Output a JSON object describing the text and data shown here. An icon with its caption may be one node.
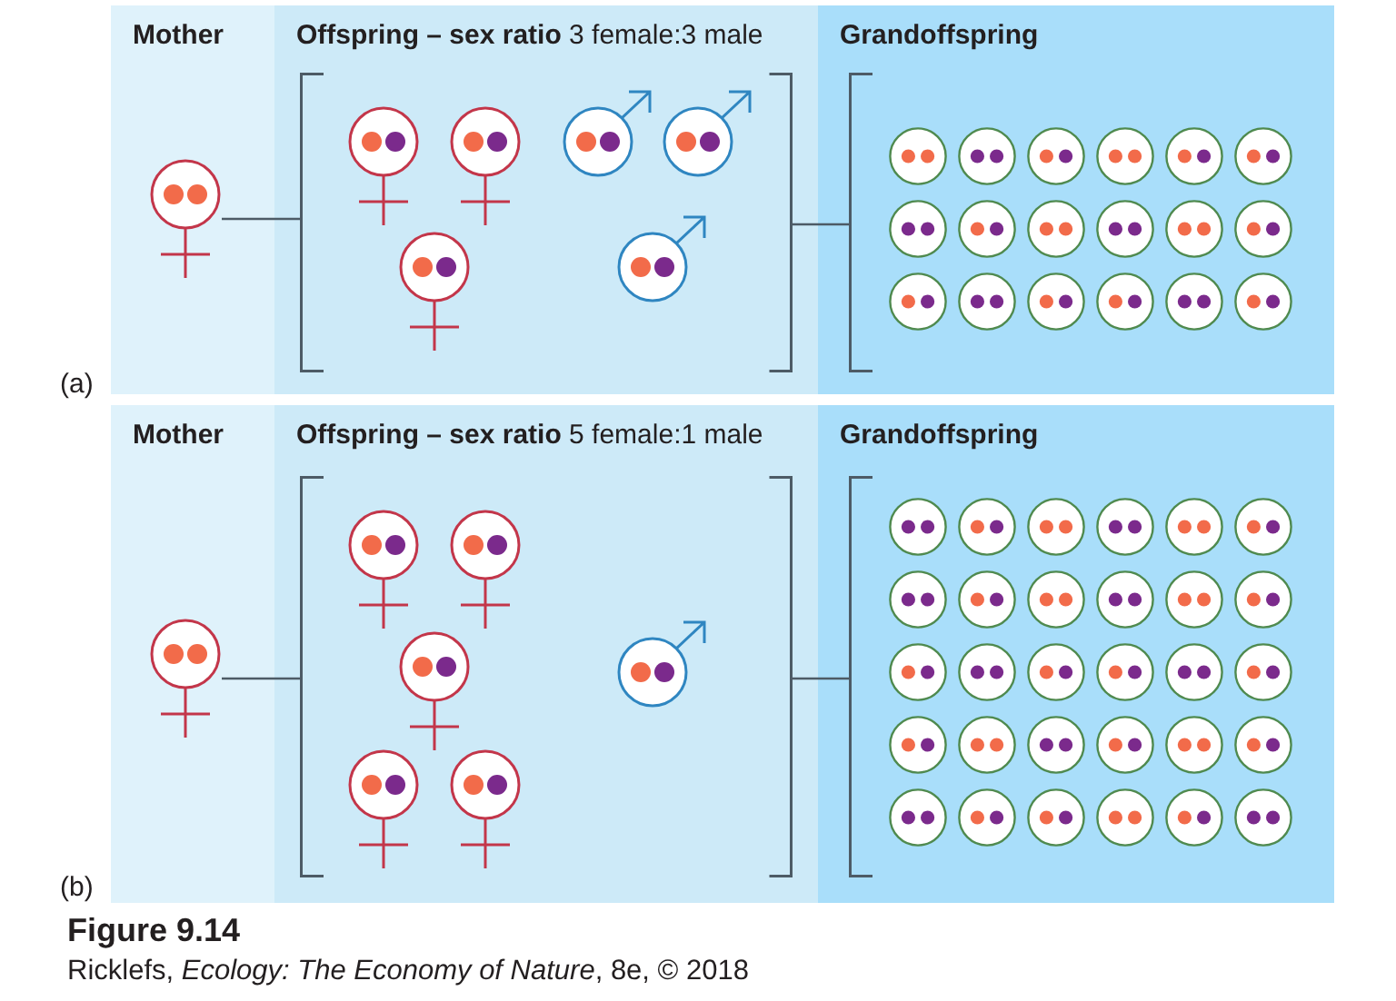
{
  "diagram": {
    "caption": "**Figure 9.14** Ricklefs, *Ecology: The Economy of Nature*, 8e, © 2018",
    "nodes": [
      {
        "text": [
          "Mother"
        ]
      },
      {
        "text": [],
        "shape": "picture",
        "in": 0
      },
      {
        "text": [
          "**Offspring – sex ratio** 3 female:3 male"
        ]
      },
      {
        "text": [],
        "shape": "bracket",
        "in": 2
      },
      {
        "text": [
          "Grandoffspring"
        ]
      },
      {
        "text": [],
        "shape": "bracket",
        "in": 4
      },
      {
        "text": [
          "Mother"
        ]
      },
      {
        "text": [],
        "shape": "picture",
        "in": 6
      },
      {
        "text": [
          "**Offspring – sex ratio** 5 female:1 male"
        ]
      },
      {
        "text": [],
        "shape": "bracket",
        "in": 8
      },
      {
        "text": [
          "Grandoffspring"
        ]
      },
      {
        "text": [],
        "shape": "bracket",
        "in": 10
      }
    ],
    "edges": [
      {
        "from": 1,
        "to": 3,
        "arrow": "none"
      },
      {
        "from": 3,
        "to": 5,
        "arrow": "none"
      },
      {
        "from": 7,
        "to": 9,
        "arrow": "none"
      },
      {
        "from": 9,
        "to": 11,
        "arrow": "none"
      }
    ],
    "labels": [
      "(a)",
      "(b)"
    ]
  }
}
